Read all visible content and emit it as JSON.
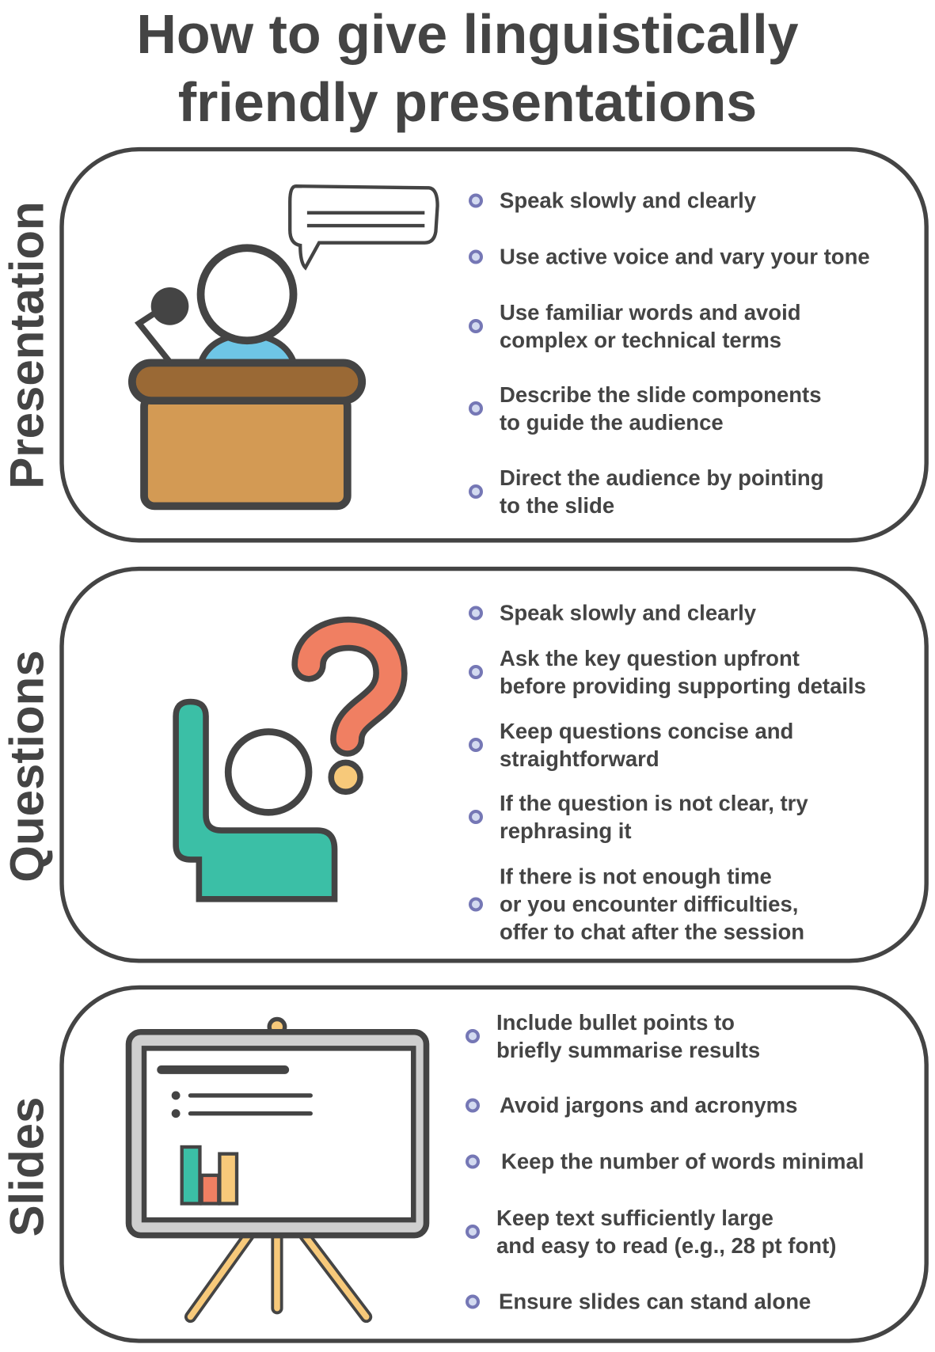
{
  "title": {
    "line1": "How to give linguistically",
    "line2": "friendly presentations"
  },
  "sections": [
    {
      "label": "Presentation",
      "icon": "podium-speaker-icon",
      "items": [
        "Speak slowly and clearly",
        "Use active voice and vary your tone",
        "Use familiar words and avoid\ncomplex or technical terms",
        "Describe the slide components\nto guide the audience",
        "Direct the audience by pointing\nto the slide"
      ]
    },
    {
      "label": "Questions",
      "icon": "person-question-icon",
      "items": [
        "Speak slowly and clearly",
        "Ask the key question upfront\nbefore providing supporting details",
        "Keep questions concise and\nstraightforward",
        "If the question is not clear, try\nrephrasing it",
        "If there is not enough time\nor you encounter difficulties,\noffer to chat after the session"
      ]
    },
    {
      "label": "Slides",
      "icon": "easel-slide-icon",
      "items": [
        "Include bullet points to\nbriefly summarise results",
        "Avoid jargons and acronyms",
        "Keep the number of words minimal",
        "Keep text sufficiently large\nand easy to read (e.g., 28 pt font)",
        "Ensure slides can stand alone"
      ]
    }
  ],
  "colors": {
    "text": "#444444",
    "bullet_fill": "#d3daf0",
    "bullet_stroke": "#7577b5",
    "teal": "#3bbfa6",
    "orange": "#f07f62",
    "yellow": "#f7c97a",
    "podium_top": "#9a6935",
    "podium_body": "#d39a54",
    "shirt": "#6ec6e6"
  }
}
